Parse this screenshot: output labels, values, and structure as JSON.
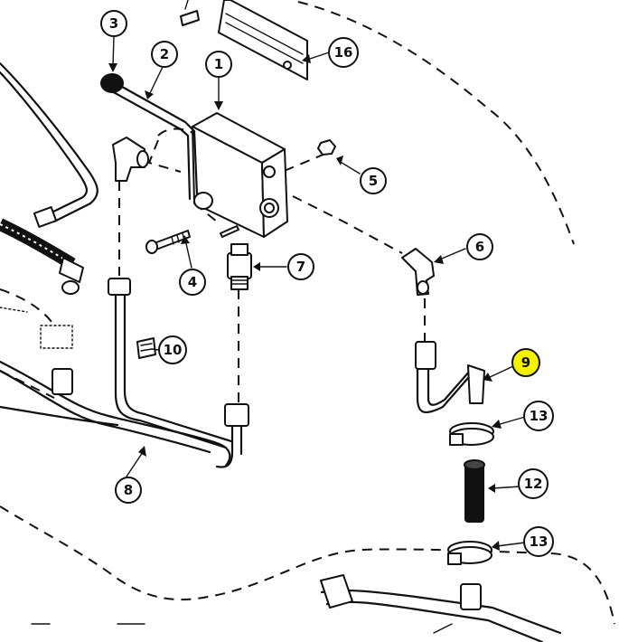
{
  "callouts": [
    {
      "id": "c1",
      "label": "1"
    },
    {
      "id": "c2",
      "label": "2"
    },
    {
      "id": "c3",
      "label": "3"
    },
    {
      "id": "c4",
      "label": "4"
    },
    {
      "id": "c5",
      "label": "5"
    },
    {
      "id": "c6",
      "label": "6"
    },
    {
      "id": "c7",
      "label": "7"
    },
    {
      "id": "c8",
      "label": "8"
    },
    {
      "id": "c9",
      "label": "9",
      "highlighted": true
    },
    {
      "id": "c10",
      "label": "10"
    },
    {
      "id": "c12",
      "label": "12"
    },
    {
      "id": "c13a",
      "label": "13"
    },
    {
      "id": "c13b",
      "label": "13"
    },
    {
      "id": "c16",
      "label": "16"
    }
  ],
  "colors": {
    "ink": "#111111",
    "highlight": "#f5f200",
    "background": "#ffffff"
  }
}
